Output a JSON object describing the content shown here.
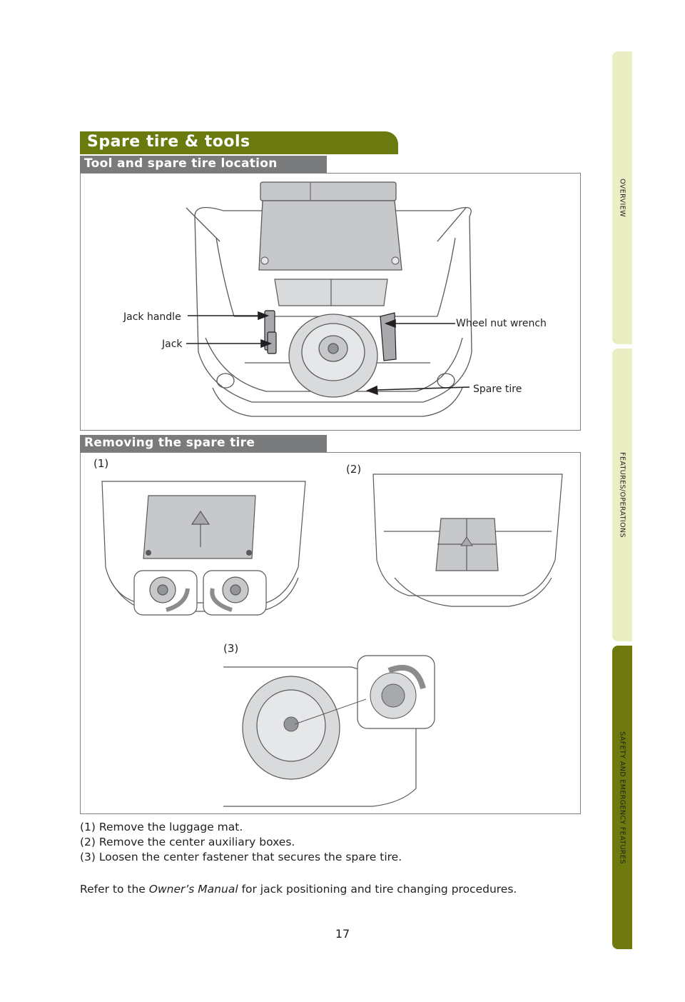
{
  "side_tabs": [
    {
      "label": "OVERVIEW",
      "active": false
    },
    {
      "label": "FEATURES/OPERATIONS",
      "active": false
    },
    {
      "label": "SAFETY AND EMERGENCY FEATURES",
      "active": true
    }
  ],
  "title": "Spare tire & tools",
  "section1": {
    "heading": "Tool and spare tire location",
    "callouts": {
      "jack_handle": "Jack handle",
      "jack": "Jack",
      "wheel_nut_wrench": "Wheel nut wrench",
      "spare_tire": "Spare tire"
    }
  },
  "section2": {
    "heading": "Removing the spare tire",
    "figure_labels": {
      "one": "(1)",
      "two": "(2)",
      "three": "(3)"
    }
  },
  "steps": [
    "(1) Remove the luggage mat.",
    "(2) Remove the center auxiliary boxes.",
    "(3) Loosen the center fastener that secures the spare tire."
  ],
  "note": {
    "before": "Refer to the ",
    "emphasis": "Owner’s Manual",
    "after": " for jack positioning and tire changing procedures."
  },
  "page_number": "17",
  "colors": {
    "accent": "#6b7a0f",
    "tab_light": "#ebedc3",
    "section_gray": "#7a7b7c"
  }
}
